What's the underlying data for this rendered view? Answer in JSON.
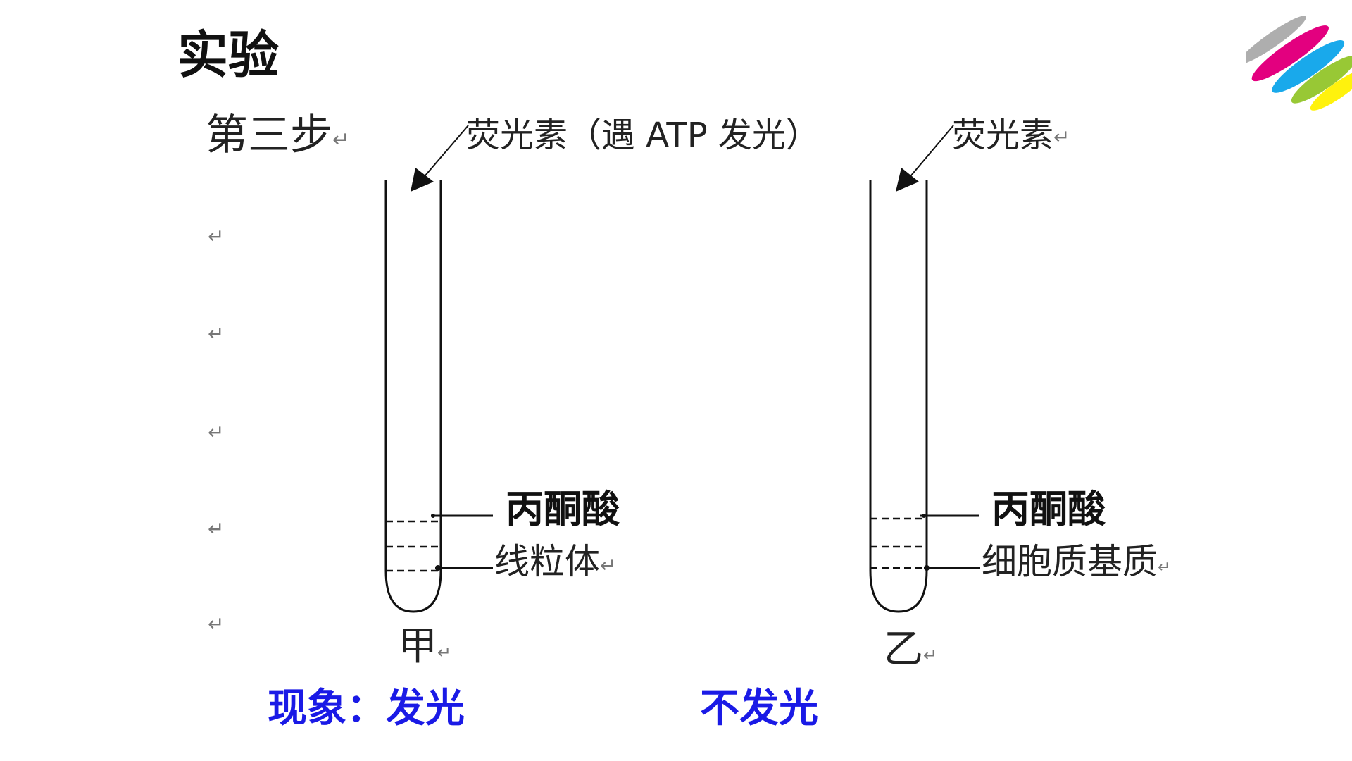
{
  "title": "实验",
  "step_label": "第三步",
  "return_mark": "↵",
  "tube_a": {
    "top_label": "荧光素（遇 ATP 发光）",
    "upper_layer": "丙酮酸",
    "lower_layer": "线粒体",
    "name": "甲"
  },
  "tube_b": {
    "top_label": "荧光素",
    "upper_layer": "丙酮酸",
    "lower_layer": "细胞质基质",
    "name": "乙"
  },
  "result_a": "现象：发光",
  "result_b": "不发光",
  "colors": {
    "result_text": "#1a1ae6",
    "logo": [
      "#9a9a9a",
      "#e3007f",
      "#00a0e9",
      "#8dc21f",
      "#fff100"
    ]
  }
}
